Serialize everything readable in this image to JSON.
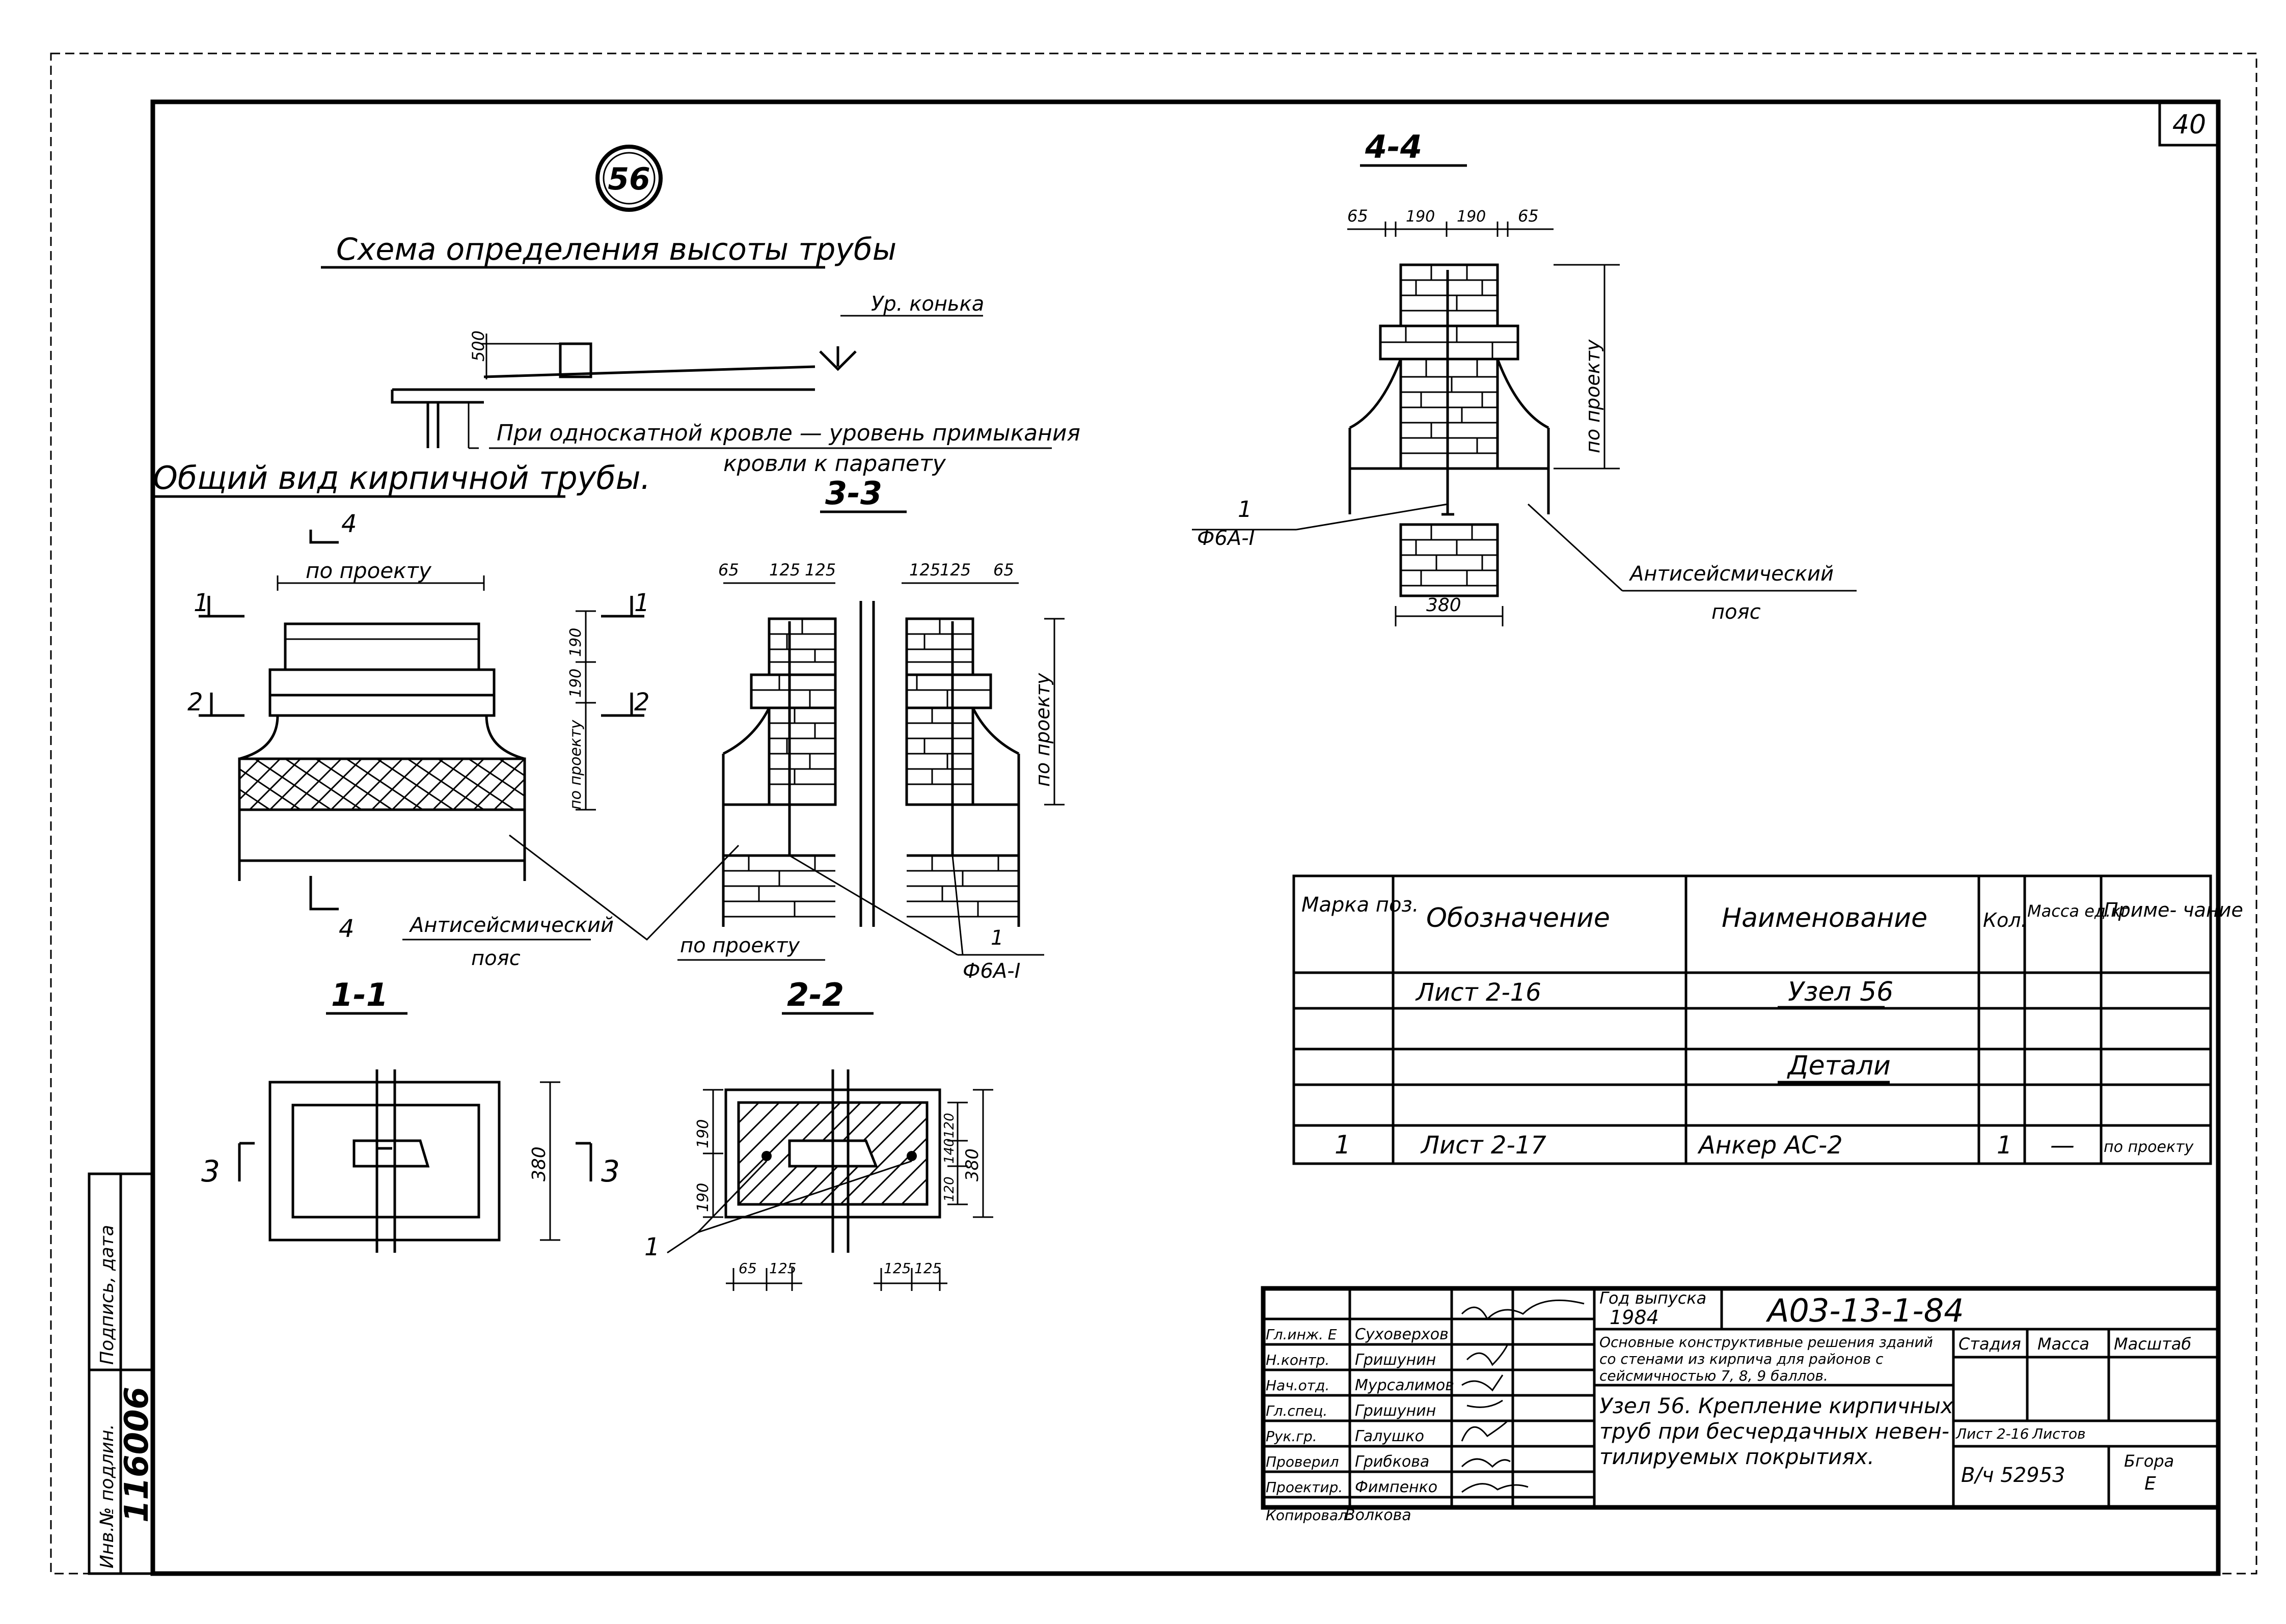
{
  "sheet": {
    "sheet_number": "40",
    "node_badge": "56",
    "scheme_title": "Схема определения высоты трубы",
    "ridge_label": "Ур. конька",
    "dim_500": "500",
    "single_slope_note": "При односкатной кровле — уровень примыкания",
    "single_slope_note2": "кровли к парапету",
    "general_view_title": "Общий вид кирпичной трубы.",
    "per_project": "по проекту",
    "antiseismic_belt": "Антисейсмический",
    "antiseismic_belt2": "пояс",
    "rebar_label": "Ф6А-I",
    "pos_1": "1",
    "cut_1": "1",
    "cut_2": "2",
    "cut_3": "3",
    "cut_4": "4",
    "dim_190": "190",
    "dim_120": "120",
    "dim_140": "140",
    "dim_380": "380",
    "dim_65": "65",
    "dim_125": "125",
    "section_1_1": "1-1",
    "section_2_2": "2-2",
    "section_3_3": "3-3",
    "section_4_4": "4-4",
    "archive_label": "Инв.№ подлин.",
    "archive_sign": "Подпись, дата",
    "archive_number": "116006"
  },
  "spec_table": {
    "headers": [
      "Марка поз.",
      "Обозначение",
      "Наименование",
      "Кол.",
      "Масса ед.кг",
      "Приме- чание"
    ],
    "rows": [
      [
        "",
        "Лист 2-16",
        "Узел 56",
        "",
        "",
        ""
      ],
      [
        "",
        "",
        "",
        "",
        "",
        ""
      ],
      [
        "",
        "",
        "Детали",
        "",
        "",
        ""
      ],
      [
        "",
        "",
        "",
        "",
        "",
        ""
      ],
      [
        "1",
        "Лист 2-17",
        "Анкер АС-2",
        "1",
        "—",
        "по проекту"
      ]
    ]
  },
  "title_block": {
    "code": "А03-13-1-84",
    "year_label": "Год выпуска",
    "year": "1984",
    "project_description": [
      "Основные конструктивные решения зданий",
      "со стенами из кирпича для районов с",
      "сейсмичностью 7, 8, 9 баллов."
    ],
    "sheet_title": [
      "Узел 56. Крепление кирпичных",
      "труб при бесчердачных невен-",
      "тилируемых покрытиях."
    ],
    "stage_label": "Стадия",
    "mass_label": "Масса",
    "scale_label": "Масштаб",
    "sheet_label": "Лист 2-16",
    "sheets_label": "Листов",
    "org": "В/ч 52953",
    "format_label": "Бгора",
    "format": "Е",
    "people": [
      {
        "role": "Гл.инж. Е",
        "name": "Суховерхов"
      },
      {
        "role": "Н.контр.",
        "name": "Гришунин"
      },
      {
        "role": "Нач.отд.",
        "name": "Мурсалимов"
      },
      {
        "role": "Гл.спец.",
        "name": "Гришунин"
      },
      {
        "role": "Рук.гр.",
        "name": "Галушко"
      },
      {
        "role": "Проверил",
        "name": "Грибкова"
      },
      {
        "role": "Проектир.",
        "name": "Фимпенко"
      },
      {
        "role": "Копировал:",
        "name": "Волкова"
      }
    ]
  }
}
